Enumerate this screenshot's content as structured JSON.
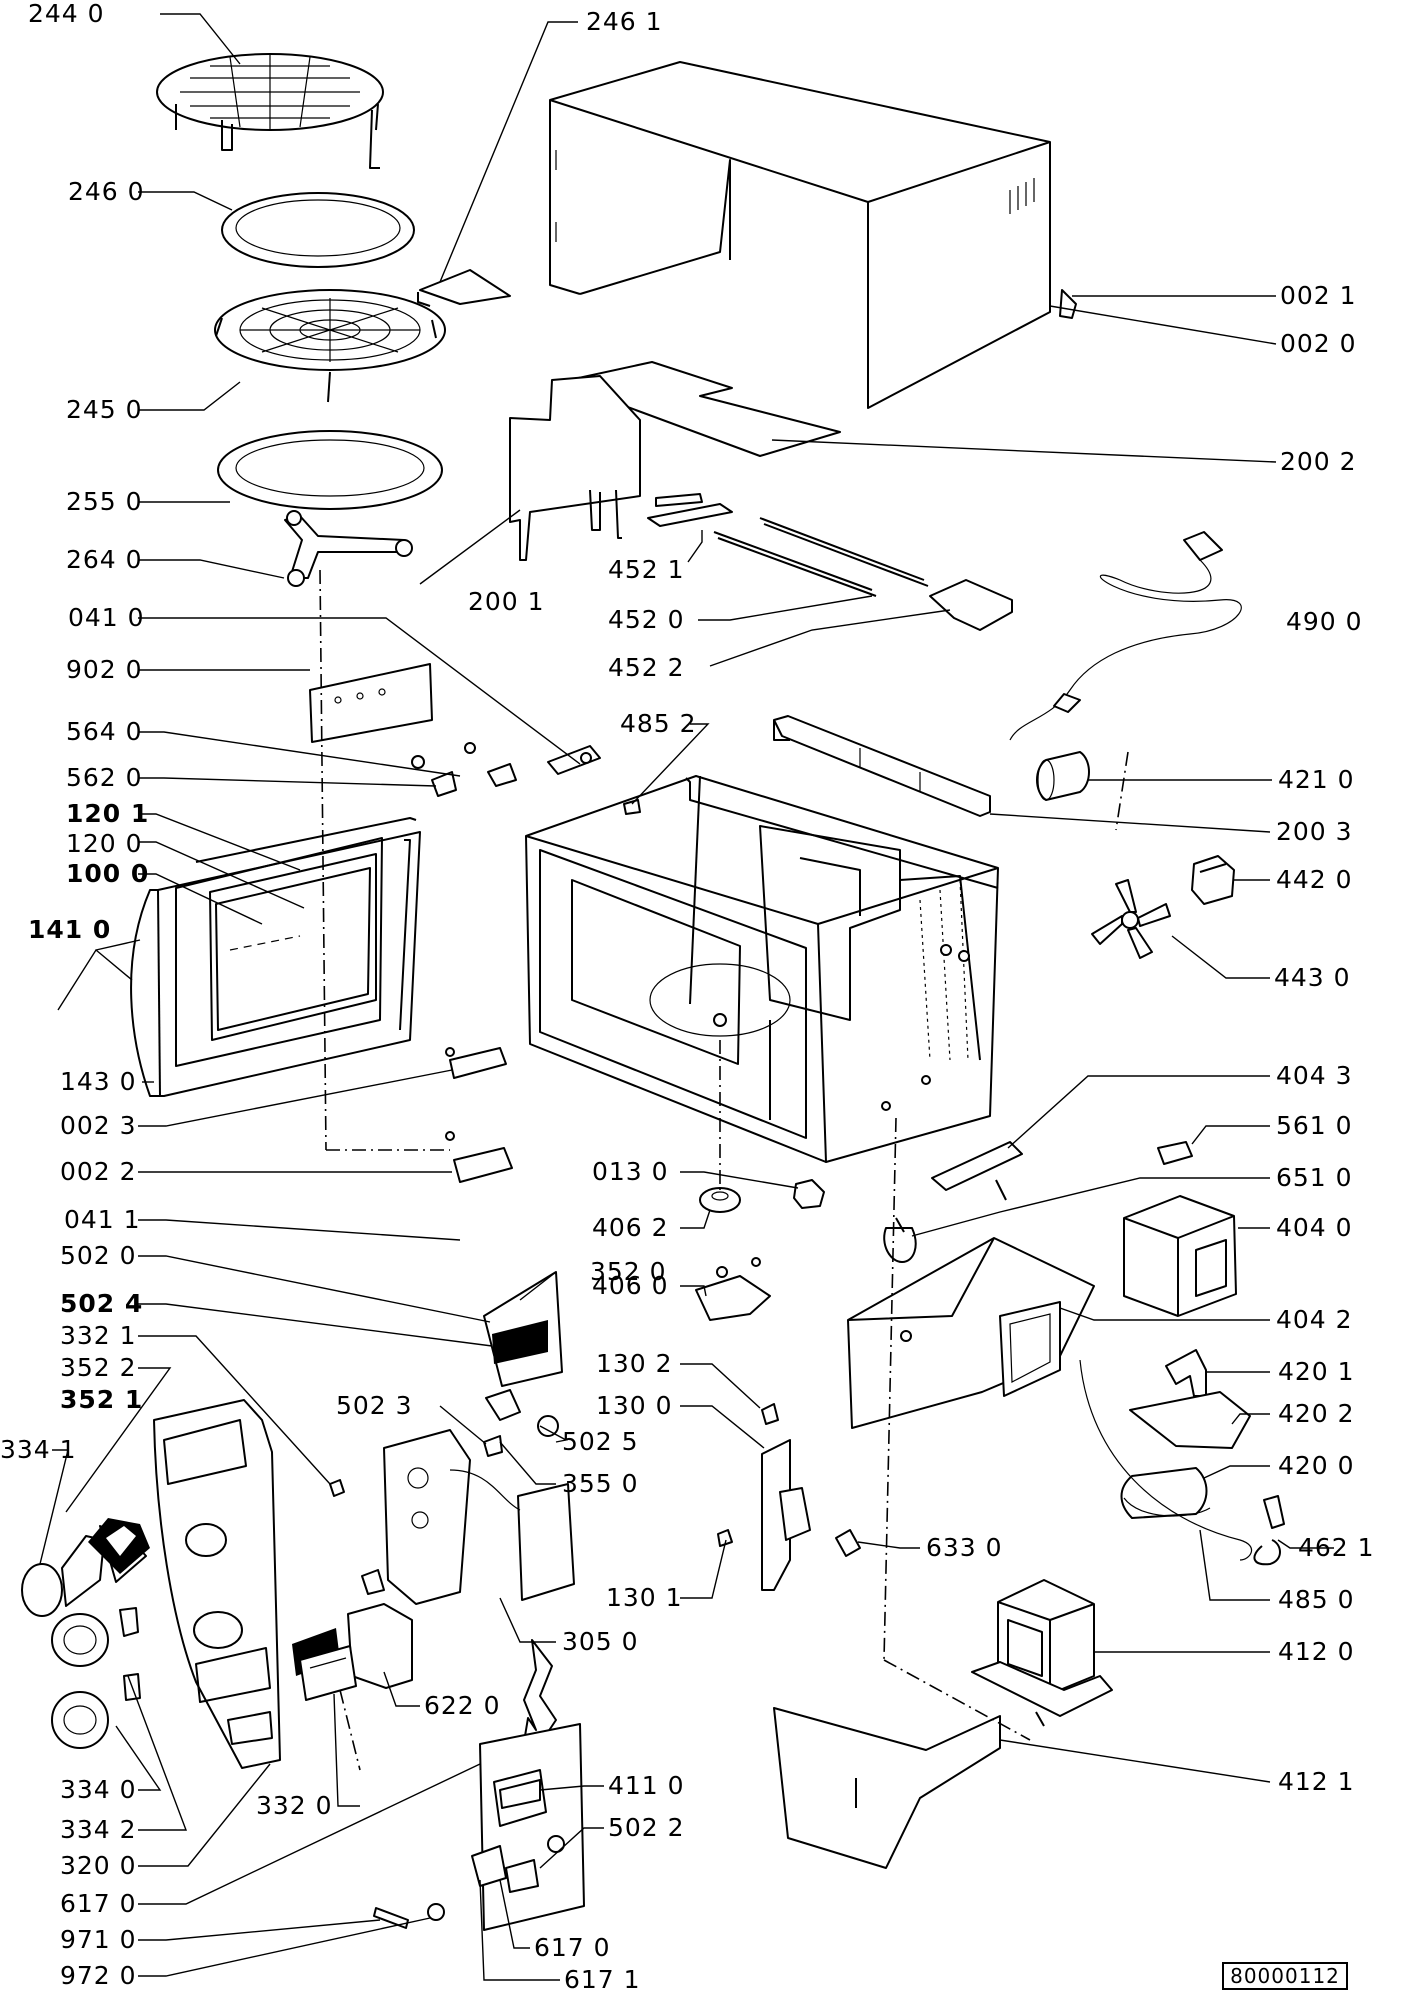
{
  "document_id": "80000112",
  "part_labels": [
    {
      "id": "l2440",
      "text": "244 0"
    },
    {
      "id": "l2461",
      "text": "246 1"
    },
    {
      "id": "l2460",
      "text": "246 0"
    },
    {
      "id": "l0021",
      "text": "002 1"
    },
    {
      "id": "l0020",
      "text": "002 0"
    },
    {
      "id": "l2450",
      "text": "245 0"
    },
    {
      "id": "l2002",
      "text": "200 2"
    },
    {
      "id": "l2550",
      "text": "255 0"
    },
    {
      "id": "l2640",
      "text": "264 0"
    },
    {
      "id": "l4521",
      "text": "452 1"
    },
    {
      "id": "l2001",
      "text": "200 1"
    },
    {
      "id": "l4520",
      "text": "452 0"
    },
    {
      "id": "l4900",
      "text": "490 0"
    },
    {
      "id": "l0410",
      "text": "041 0"
    },
    {
      "id": "l4522",
      "text": "452 2"
    },
    {
      "id": "l9020",
      "text": "902 0"
    },
    {
      "id": "l5640",
      "text": "564 0"
    },
    {
      "id": "l4852",
      "text": "485 2"
    },
    {
      "id": "l5620",
      "text": "562 0"
    },
    {
      "id": "l4210",
      "text": "421 0"
    },
    {
      "id": "l1201",
      "text": "120 1"
    },
    {
      "id": "l1200",
      "text": "120 0"
    },
    {
      "id": "l2003",
      "text": "200 3"
    },
    {
      "id": "l1000",
      "text": "100 0"
    },
    {
      "id": "l4420",
      "text": "442 0"
    },
    {
      "id": "l1410",
      "text": "141 0"
    },
    {
      "id": "l4430",
      "text": "443 0"
    },
    {
      "id": "l1430",
      "text": "143 0"
    },
    {
      "id": "l4043",
      "text": "404 3"
    },
    {
      "id": "l0023",
      "text": "002 3"
    },
    {
      "id": "l5610",
      "text": "561 0"
    },
    {
      "id": "l0022",
      "text": "002 2"
    },
    {
      "id": "l0130",
      "text": "013 0"
    },
    {
      "id": "l6510",
      "text": "651 0"
    },
    {
      "id": "l0411",
      "text": "041 1"
    },
    {
      "id": "l4062",
      "text": "406 2"
    },
    {
      "id": "l4040",
      "text": "404 0"
    },
    {
      "id": "l5020",
      "text": "502 0"
    },
    {
      "id": "l3520",
      "text": "352 0"
    },
    {
      "id": "l5024",
      "text": "502 4"
    },
    {
      "id": "l4060",
      "text": "406 0"
    },
    {
      "id": "l4042",
      "text": "404 2"
    },
    {
      "id": "l3321",
      "text": "332 1"
    },
    {
      "id": "l3522",
      "text": "352 2"
    },
    {
      "id": "l1302",
      "text": "130 2"
    },
    {
      "id": "l4201",
      "text": "420 1"
    },
    {
      "id": "l3521",
      "text": "352 1"
    },
    {
      "id": "l1300",
      "text": "130 0"
    },
    {
      "id": "l5023",
      "text": "502 3"
    },
    {
      "id": "l4202",
      "text": "420 2"
    },
    {
      "id": "l3341",
      "text": "334 1"
    },
    {
      "id": "l5025",
      "text": "502 5"
    },
    {
      "id": "l3550",
      "text": "355 0"
    },
    {
      "id": "l4200",
      "text": "420 0"
    },
    {
      "id": "l6330",
      "text": "633 0"
    },
    {
      "id": "l4621",
      "text": "462 1"
    },
    {
      "id": "l1301",
      "text": "130 1"
    },
    {
      "id": "l4850",
      "text": "485 0"
    },
    {
      "id": "l3050",
      "text": "305 0"
    },
    {
      "id": "l4120",
      "text": "412 0"
    },
    {
      "id": "l6220",
      "text": "622 0"
    },
    {
      "id": "l4121",
      "text": "412 1"
    },
    {
      "id": "l3340",
      "text": "334 0"
    },
    {
      "id": "l3320",
      "text": "332 0"
    },
    {
      "id": "l4110",
      "text": "411 0"
    },
    {
      "id": "l3342",
      "text": "334 2"
    },
    {
      "id": "l5022",
      "text": "502 2"
    },
    {
      "id": "l3200",
      "text": "320 0"
    },
    {
      "id": "l6170",
      "text": "617 0"
    },
    {
      "id": "l9710",
      "text": "971 0"
    },
    {
      "id": "l6170b",
      "text": "617 0"
    },
    {
      "id": "l9720",
      "text": "972 0"
    },
    {
      "id": "l6171",
      "text": "617 1"
    }
  ]
}
